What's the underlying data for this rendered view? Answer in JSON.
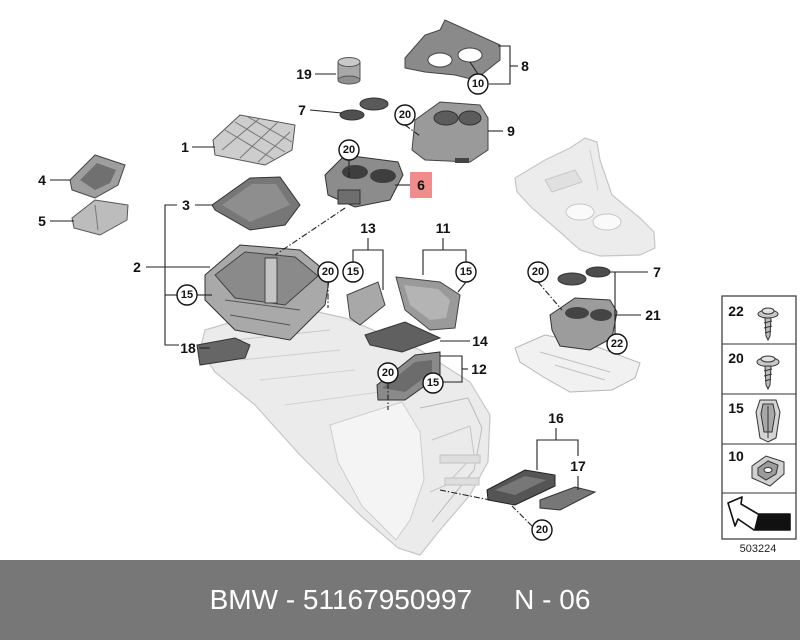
{
  "diagram": {
    "callouts": [
      "19",
      "7",
      "8",
      "9",
      "1",
      "6",
      "4",
      "3",
      "5",
      "2",
      "13",
      "11",
      "7",
      "21",
      "18",
      "14",
      "12",
      "16",
      "17"
    ],
    "circled": [
      "10",
      "20",
      "20",
      "15",
      "20",
      "15",
      "15",
      "20",
      "22",
      "20",
      "15",
      "20"
    ]
  },
  "legend": {
    "items": [
      {
        "label": "22",
        "icon": "screw-icon"
      },
      {
        "label": "20",
        "icon": "screw-icon"
      },
      {
        "label": "15",
        "icon": "clip-icon"
      },
      {
        "label": "10",
        "icon": "clip-nut-icon"
      }
    ],
    "arrow_icon": "arrow-icon",
    "reference": "503224"
  },
  "footer": {
    "part_number": "BMW - 51167950997",
    "variant": "N - 06"
  },
  "colors": {
    "highlight": "#f28b8b",
    "footer_bg": "#777777",
    "footer_text": "#ffffff"
  }
}
